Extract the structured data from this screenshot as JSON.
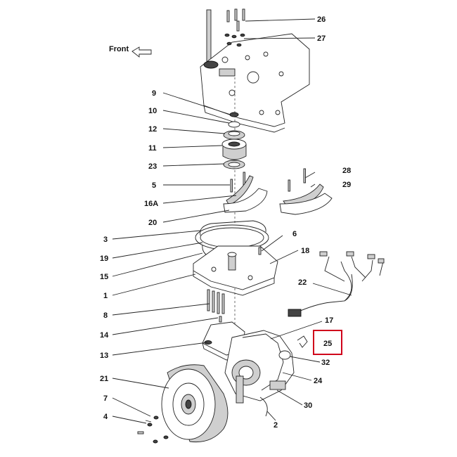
{
  "front_label": "Front",
  "highlight_color": "#d0021b",
  "callouts": [
    {
      "id": "c26",
      "text": "26"
    },
    {
      "id": "c27",
      "text": "27"
    },
    {
      "id": "c9",
      "text": "9"
    },
    {
      "id": "c10",
      "text": "10"
    },
    {
      "id": "c12",
      "text": "12"
    },
    {
      "id": "c11",
      "text": "11"
    },
    {
      "id": "c23",
      "text": "23"
    },
    {
      "id": "c5",
      "text": "5"
    },
    {
      "id": "c16A",
      "text": "16A"
    },
    {
      "id": "c20",
      "text": "20"
    },
    {
      "id": "c28",
      "text": "28"
    },
    {
      "id": "c29",
      "text": "29"
    },
    {
      "id": "c3",
      "text": "3"
    },
    {
      "id": "c6",
      "text": "6"
    },
    {
      "id": "c19",
      "text": "19"
    },
    {
      "id": "c18",
      "text": "18"
    },
    {
      "id": "c15",
      "text": "15"
    },
    {
      "id": "c1",
      "text": "1"
    },
    {
      "id": "c22",
      "text": "22"
    },
    {
      "id": "c8",
      "text": "8"
    },
    {
      "id": "c17",
      "text": "17"
    },
    {
      "id": "c14",
      "text": "14"
    },
    {
      "id": "c25",
      "text": "25"
    },
    {
      "id": "c13",
      "text": "13"
    },
    {
      "id": "c32",
      "text": "32"
    },
    {
      "id": "c21",
      "text": "21"
    },
    {
      "id": "c24",
      "text": "24"
    },
    {
      "id": "c7",
      "text": "7"
    },
    {
      "id": "c30",
      "text": "30"
    },
    {
      "id": "c4",
      "text": "4"
    },
    {
      "id": "c2",
      "text": "2"
    }
  ]
}
